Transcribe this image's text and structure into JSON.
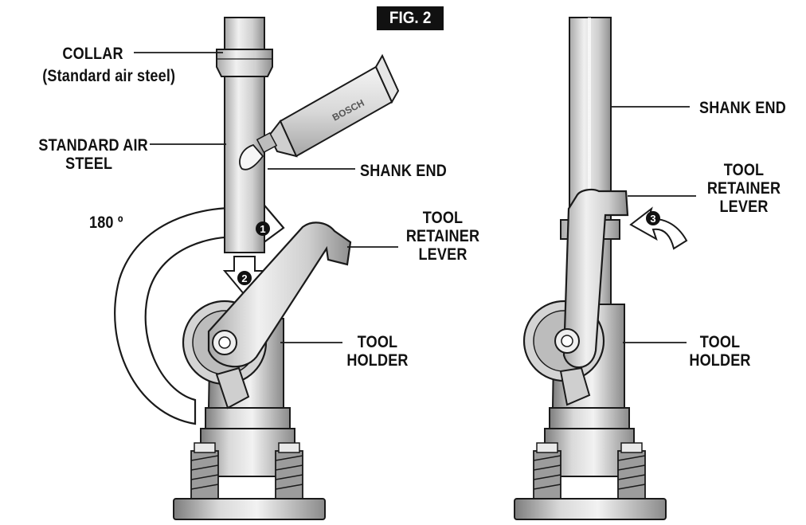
{
  "figure": {
    "title": "FIG. 2",
    "tube_brand": "BOSCH",
    "left": {
      "collar": "COLLAR",
      "collar_sub": "(Standard air steel)",
      "standard_air_line1": "STANDARD AIR",
      "standard_air_line2": "STEEL",
      "shank_end": "SHANK END",
      "angle": "180 º",
      "step1": "1",
      "step2": "2",
      "retainer_line1": "TOOL",
      "retainer_line2": "RETAINER",
      "retainer_line3": "LEVER",
      "holder_line1": "TOOL",
      "holder_line2": "HOLDER"
    },
    "right": {
      "shank_end": "SHANK END",
      "step3": "3",
      "retainer_line1": "TOOL",
      "retainer_line2": "RETAINER",
      "retainer_line3": "LEVER",
      "holder_line1": "TOOL",
      "holder_line2": "HOLDER"
    }
  },
  "colors": {
    "line": "#1a1a1a",
    "metal": "#d6d6d6",
    "metal_light": "#ececec",
    "metal_dark": "#9a9a9a",
    "title_bg": "#111111"
  }
}
